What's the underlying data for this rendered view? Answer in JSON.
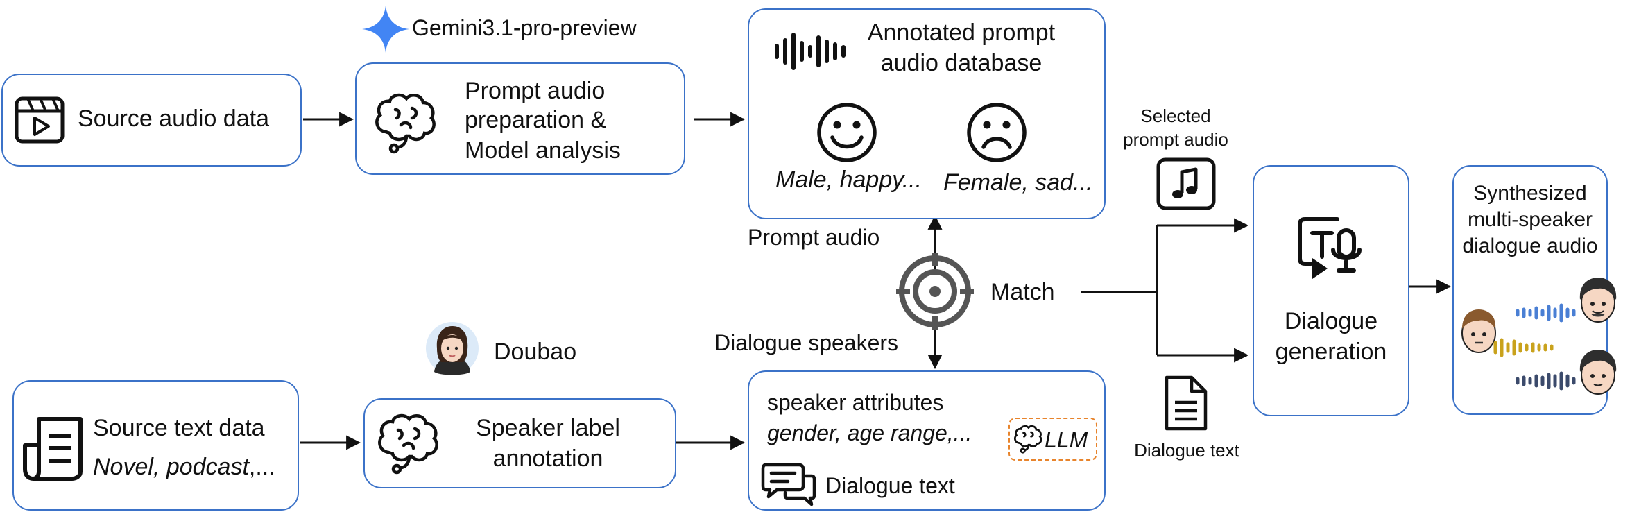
{
  "diagram": {
    "top_row": {
      "source_audio": {
        "label": "Source audio data",
        "icon": "video-clip-icon"
      },
      "gemini": {
        "label": "Gemini3.1-pro-preview",
        "icon": "gemini-sparkle-icon",
        "color": "#4285f4"
      },
      "prompt_prep": {
        "line1": "Prompt audio",
        "line2": "preparation &",
        "line3": "Model analysis",
        "icon": "brain-icon"
      },
      "database": {
        "title_line1": "Annotated prompt",
        "title_line2": "audio database",
        "icon": "audio-waveform-icon",
        "happy_caption": "Male, happy...",
        "sad_caption": "Female, sad..."
      }
    },
    "bottom_row": {
      "source_text": {
        "line1": "Source text data",
        "line2_italic": "Novel, podcast",
        "line2_rest": ",...",
        "icon": "document-icon"
      },
      "doubao": {
        "label": "Doubao",
        "icon": "doubao-avatar-icon"
      },
      "speaker_label": {
        "line1": "Speaker label",
        "line2": "annotation",
        "icon": "brain-icon"
      },
      "attributes": {
        "line1": "speaker attributes",
        "line2": "gender, age range,...",
        "llm": "LLM",
        "dialogue_text": "Dialogue  text",
        "icon": "chat-bubbles-icon"
      }
    },
    "match": {
      "label": "Match",
      "prompt_audio": "Prompt audio",
      "dialogue_speakers": "Dialogue speakers",
      "icon": "target-icon"
    },
    "inputs": {
      "selected_line1": "Selected",
      "selected_line2": "prompt audio",
      "music_icon": "music-note-icon",
      "dialogue_text": "Dialogue text",
      "doc_icon": "text-file-icon"
    },
    "generation": {
      "line1": "Dialogue",
      "line2": "generation",
      "icon": "text-to-speech-icon"
    },
    "output": {
      "line1": "Synthesized",
      "line2": "multi-speaker",
      "line3": "dialogue audio",
      "wave_colors": [
        "#4a7fd4",
        "#c9a21c",
        "#3b4a6b"
      ]
    },
    "colors": {
      "box_border": "#3b72c8",
      "llm_border": "#e8842c",
      "arrow": "#111111",
      "grey_arrow": "#c8c8c8"
    }
  }
}
